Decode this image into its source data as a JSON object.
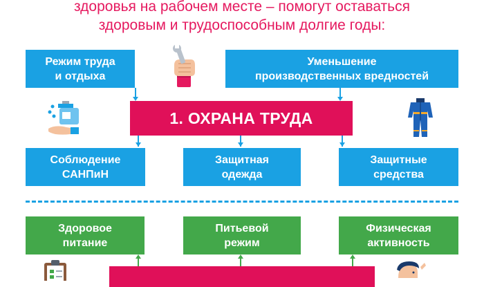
{
  "heading": {
    "line1": "здоровья на рабочем месте – помогут оставаться",
    "line2": "здоровым и трудоспособным долгие годы:"
  },
  "section1": {
    "title": "1. ОХРАНА ТРУДА",
    "top_left": "Режим труда\nи отдыха",
    "top_right": "Уменьшение\nпроизводственных вредностей",
    "bottom": [
      "Соблюдение\nСАНПиН",
      "Защитная\nодежда",
      "Защитные\nсредства"
    ]
  },
  "section2": {
    "items": [
      "Здоровое\nпитание",
      "Питьевой\nрежим",
      "Физическая\nактивность"
    ]
  },
  "colors": {
    "heading": "#e5195f",
    "blue": "#1aa1e3",
    "green": "#43a84a",
    "red": "#e01059"
  },
  "icons": [
    "wrench-hand-icon",
    "soap-dispenser-icon",
    "overalls-icon",
    "clipboard-icon",
    "person-icon"
  ]
}
